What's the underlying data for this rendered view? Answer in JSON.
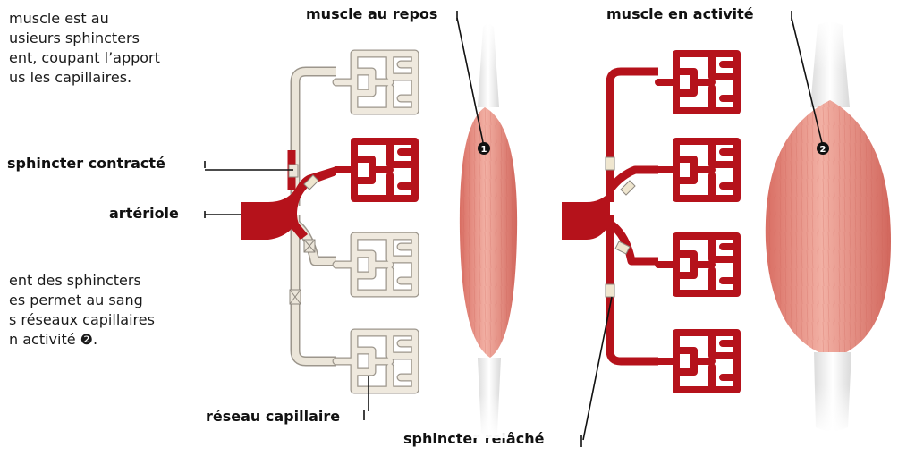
{
  "intro_text": {
    "lines": [
      "muscle est au",
      "usieurs sphincters",
      "ent, coupant l’apport",
      "us les capillaires."
    ]
  },
  "second_text": {
    "lines": [
      "ent des sphincters",
      "es permet au sang",
      "s réseaux capillaires",
      "n activité ❷."
    ]
  },
  "labels": {
    "muscle_repos": "muscle au repos",
    "muscle_activite": "muscle en activité",
    "sphincter_contracte": "sphincter contracté",
    "arteriole": "artériole",
    "reseau_capillaire": "réseau capillaire",
    "sphincter_relache": "sphincter relâché"
  },
  "markers": {
    "muscle_1": "1",
    "muscle_2": "2"
  },
  "colors": {
    "blood": "#b5121b",
    "empty_vessel": "#ebe5d9",
    "muscle": "#e8958a",
    "tendon": "#f3f3f3"
  }
}
